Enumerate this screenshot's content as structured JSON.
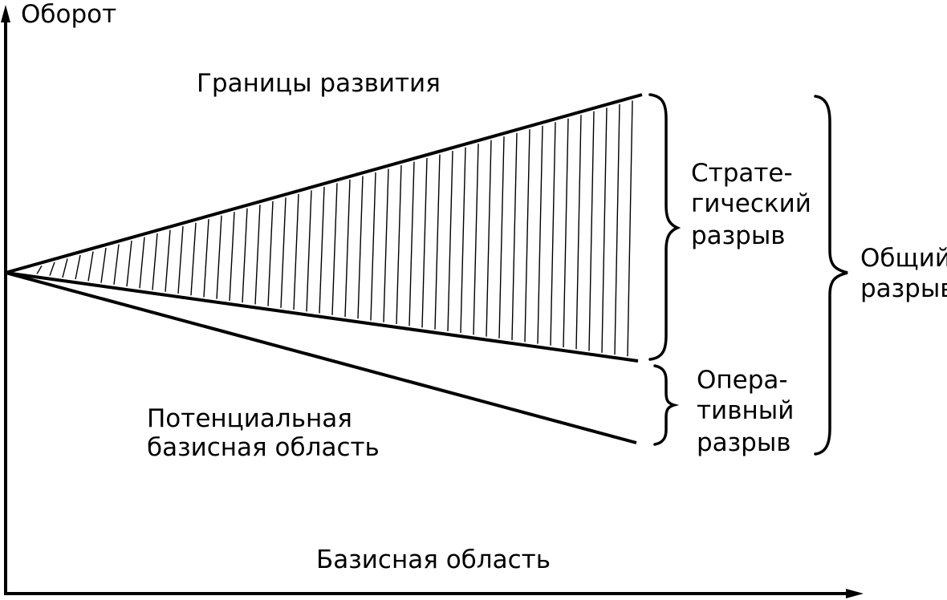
{
  "axes": {
    "y_label": "Оборот",
    "x_label": "Базисная область"
  },
  "curves": {
    "upper_label": "Границы развития",
    "lower_label_lines": [
      "Потенциальная",
      "базисная область"
    ]
  },
  "gaps": {
    "strategic_lines": [
      "Страте-",
      "гический",
      "разрыв"
    ],
    "operative_lines": [
      "Опера-",
      "тивный",
      "разрыв"
    ],
    "total_lines": [
      "Общий",
      "разрыв"
    ]
  },
  "colors": {
    "ink": "#000000",
    "paper": "#ffffff"
  }
}
